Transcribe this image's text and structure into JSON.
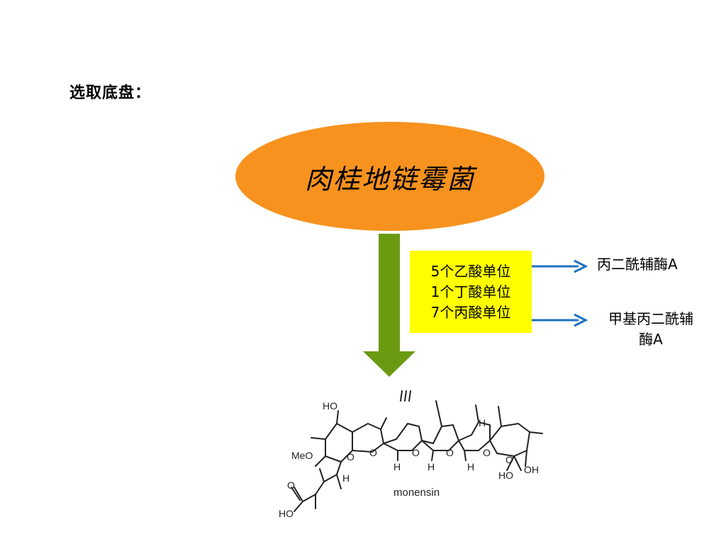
{
  "heading": "选取底盘：",
  "organism": "肉桂地链霉菌",
  "units": {
    "line1": "5个乙酸单位",
    "line2": "1个丁酸单位",
    "line3": "7个丙酸单位"
  },
  "enzymes": {
    "top": "丙二酰辅酶A",
    "bottom_line1": "甲基丙二酰辅",
    "bottom_line2": "酶A"
  },
  "molecule": {
    "name": "monensin",
    "labels": {
      "ho_top": "HO",
      "meo": "MeO",
      "ho_bottom": "HO",
      "o1": "O",
      "o2": "O",
      "o3": "O",
      "o4": "O",
      "o5": "O",
      "o6": "O",
      "h1": "H",
      "h2": "H",
      "h3": "H",
      "h4": "H",
      "h5": "H",
      "ho_right": "HO",
      "oh_right": "OH",
      "o_carbonyl": "O"
    }
  },
  "colors": {
    "ellipse": "#f7921e",
    "big_arrow": "#6b9a12",
    "yellow_box": "#ffff00",
    "blue_arrow": "#1f72c0"
  }
}
